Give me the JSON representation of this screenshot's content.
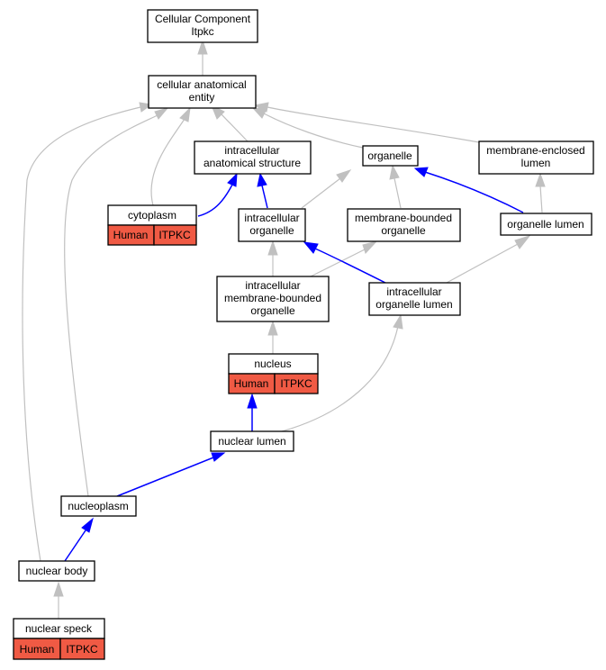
{
  "colors": {
    "annotation_fill": "#f05a44",
    "gray_edge": "#c0c0c0",
    "blue_edge": "#0000ff"
  },
  "nodes": {
    "root": {
      "line1": "Cellular Component",
      "line2": "Itpkc"
    },
    "cellular_anatomical_entity": {
      "line1": "cellular anatomical",
      "line2": "entity"
    },
    "intracellular_anatomical_structure": {
      "line1": "intracellular",
      "line2": "anatomical structure"
    },
    "organelle": {
      "line1": "organelle"
    },
    "membrane_enclosed_lumen": {
      "line1": "membrane-enclosed",
      "line2": "lumen"
    },
    "cytoplasm": {
      "line1": "cytoplasm",
      "tag_species": "Human",
      "tag_gene": "ITPKC"
    },
    "intracellular_organelle": {
      "line1": "intracellular",
      "line2": "organelle"
    },
    "membrane_bounded_organelle": {
      "line1": "membrane-bounded",
      "line2": "organelle"
    },
    "organelle_lumen": {
      "line1": "organelle lumen"
    },
    "intracellular_membrane_bounded_organelle": {
      "line1": "intracellular",
      "line2": "membrane-bounded",
      "line3": "organelle"
    },
    "intracellular_organelle_lumen": {
      "line1": "intracellular",
      "line2": "organelle lumen"
    },
    "nucleus": {
      "line1": "nucleus",
      "tag_species": "Human",
      "tag_gene": "ITPKC"
    },
    "nuclear_lumen": {
      "line1": "nuclear lumen"
    },
    "nucleoplasm": {
      "line1": "nucleoplasm"
    },
    "nuclear_body": {
      "line1": "nuclear body"
    },
    "nuclear_speck": {
      "line1": "nuclear speck",
      "tag_species": "Human",
      "tag_gene": "ITPKC"
    }
  }
}
